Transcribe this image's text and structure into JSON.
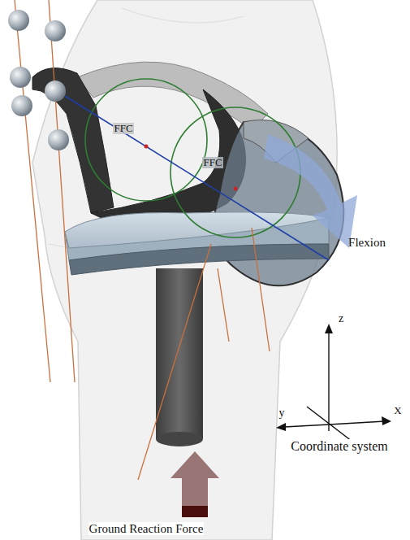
{
  "diagram": {
    "labels": [
      "FFC",
      "FFC",
      "Flexion",
      "z",
      "y",
      "X",
      "Coordinate system",
      "Ground Reaction Force"
    ]
  }
}
